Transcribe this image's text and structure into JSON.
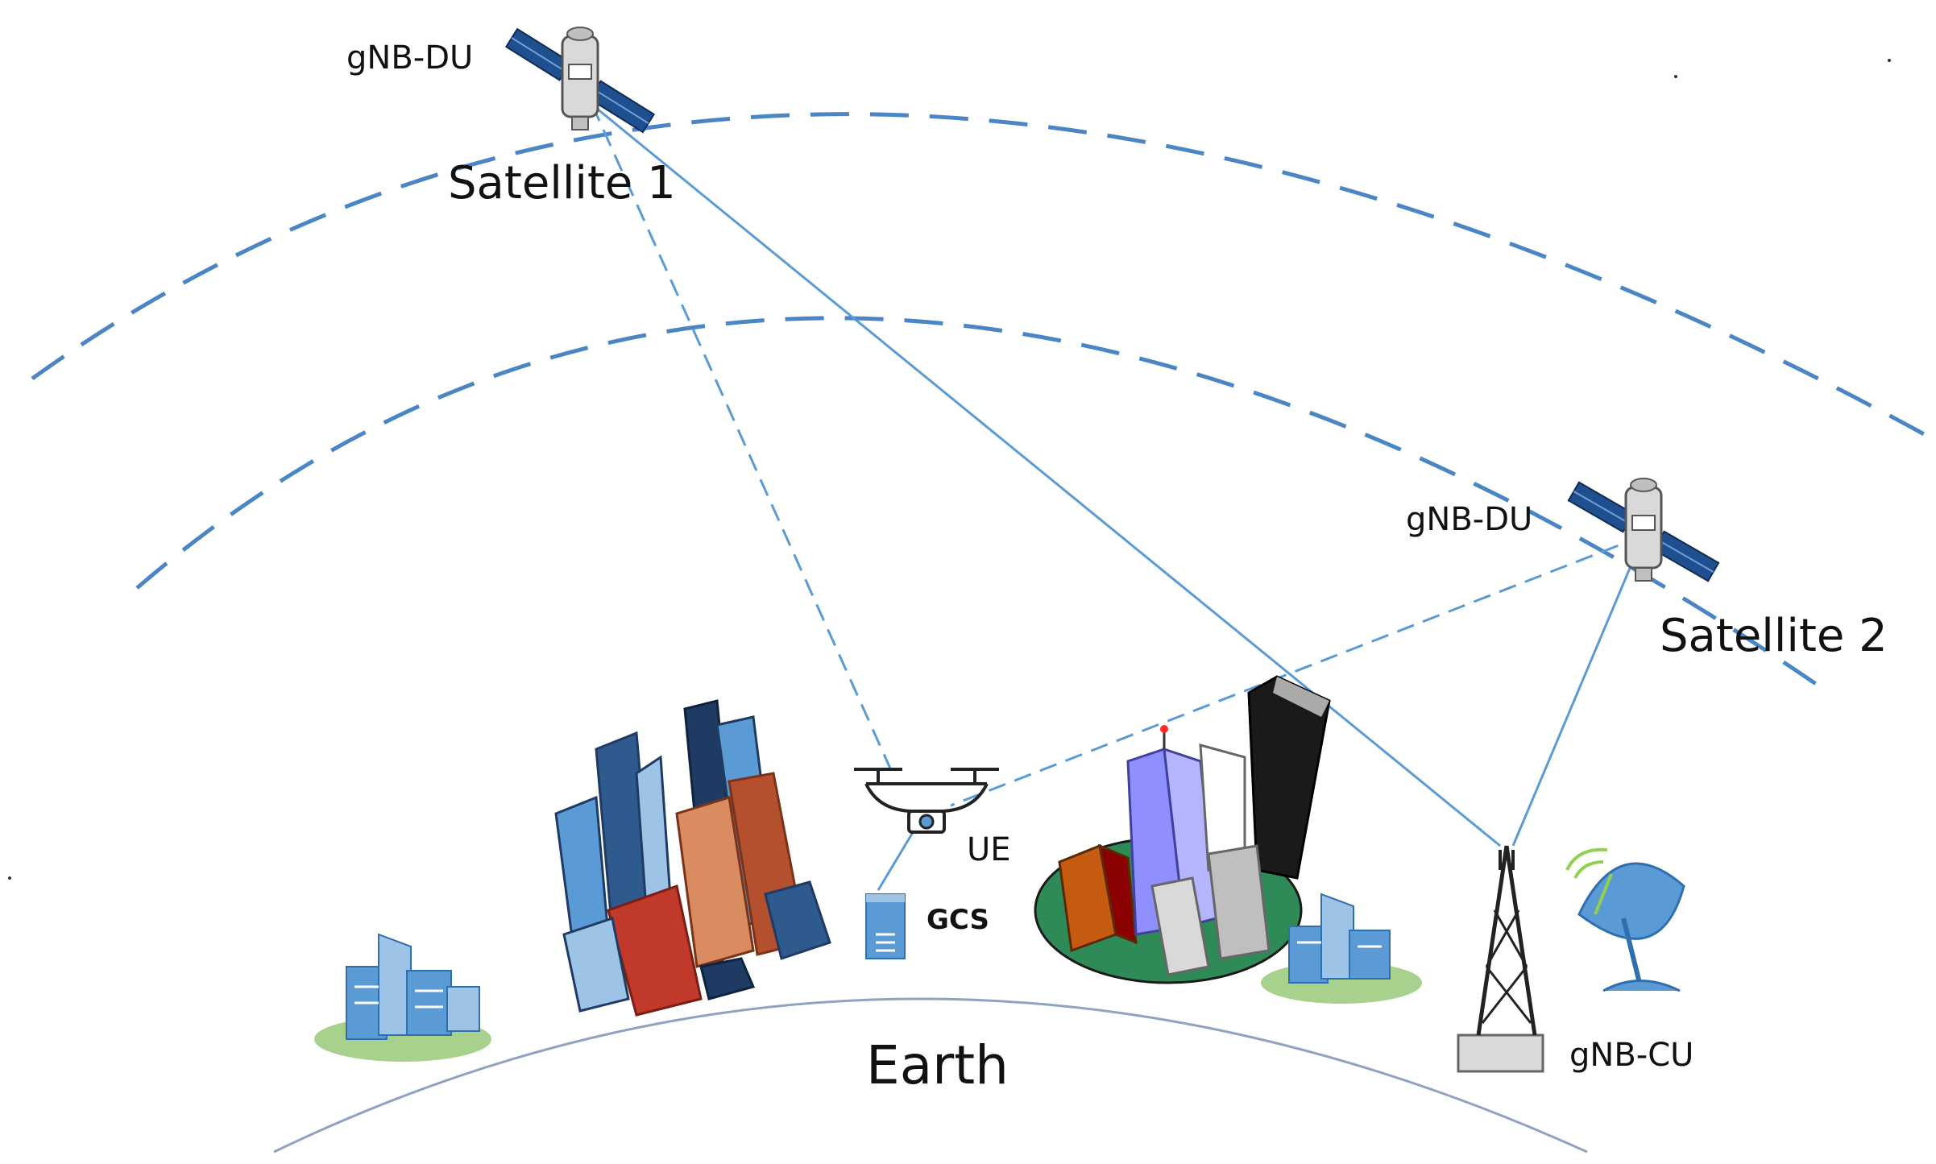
{
  "labels": {
    "satellite1": "Satellite 1",
    "satellite2": "Satellite 2",
    "du1": "gNB-DU",
    "du2": "gNB-DU",
    "ue": "UE",
    "gcs": "GCS",
    "earth": "Earth",
    "cu": "gNB-CU"
  },
  "colors": {
    "orbit": "#4a86c5",
    "link": "#5b9bd5",
    "earth_arc": "#8fa3c0",
    "panel": "#1f4f8f",
    "building_blue": "#5b9bd5",
    "building_dark": "#1f3b63",
    "building_brown": "#b5502f",
    "grass": "#a9d18e",
    "platform": "#2e8b57"
  },
  "icons": [
    "satellite-icon",
    "drone-icon",
    "server-icon",
    "city-icon",
    "building-icon",
    "tower-icon",
    "dish-icon"
  ],
  "links": [
    {
      "from": "satellite1",
      "to": "ue",
      "style": "dashed"
    },
    {
      "from": "satellite1",
      "to": "gnb-cu",
      "style": "solid"
    },
    {
      "from": "satellite2",
      "to": "ue",
      "style": "dashed"
    },
    {
      "from": "satellite2",
      "to": "gnb-cu",
      "style": "solid"
    },
    {
      "from": "ue",
      "to": "gcs",
      "style": "solid"
    }
  ]
}
